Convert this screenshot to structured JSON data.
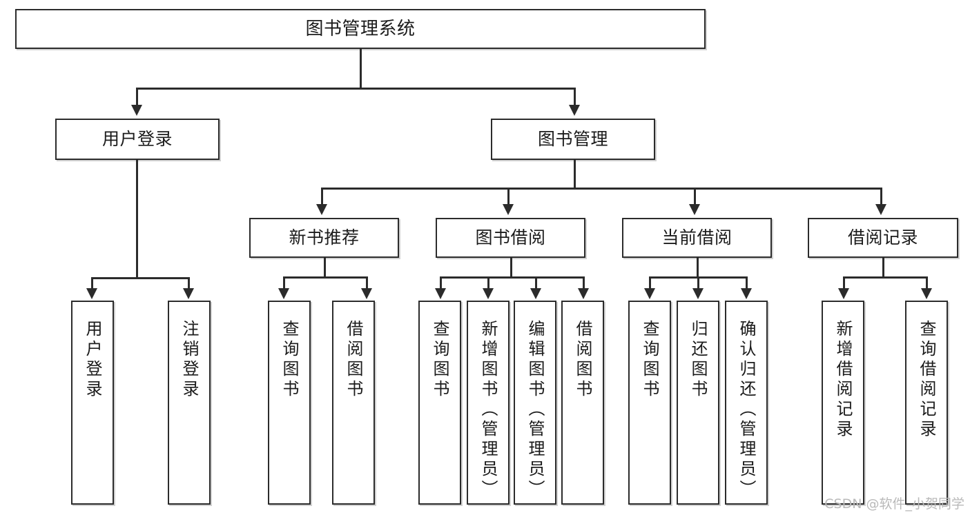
{
  "diagram": {
    "title": "图书管理系统",
    "type": "tree",
    "watermark": "CSDN @软件_小贺同学",
    "colors": {
      "box_border": "#2b2b2b",
      "box_fill": "#ffffff",
      "text": "#1b1b1b",
      "connector": "#2b2b2b",
      "watermark": "#b9b9b9",
      "background": "#ffffff"
    },
    "root": {
      "label": "图书管理系统"
    },
    "level2": [
      {
        "label": "用户登录"
      },
      {
        "label": "图书管理"
      }
    ],
    "level3": [
      {
        "label": "新书推荐"
      },
      {
        "label": "图书借阅"
      },
      {
        "label": "当前借阅"
      },
      {
        "label": "借阅记录"
      }
    ],
    "leaves": {
      "user_login": [
        {
          "label": "用户登录"
        },
        {
          "label": "注销登录"
        }
      ],
      "new_book_recommend": [
        {
          "label": "查询图书"
        },
        {
          "label": "借阅图书"
        }
      ],
      "book_borrow": [
        {
          "label": "查询图书"
        },
        {
          "label": "新增图书（管理员）"
        },
        {
          "label": "编辑图书（管理员）"
        },
        {
          "label": "借阅图书"
        }
      ],
      "current_borrow": [
        {
          "label": "查询图书"
        },
        {
          "label": "归还图书"
        },
        {
          "label": "确认归还（管理员）"
        }
      ],
      "borrow_record": [
        {
          "label": "新增借阅记录"
        },
        {
          "label": "查询借阅记录"
        }
      ]
    }
  }
}
